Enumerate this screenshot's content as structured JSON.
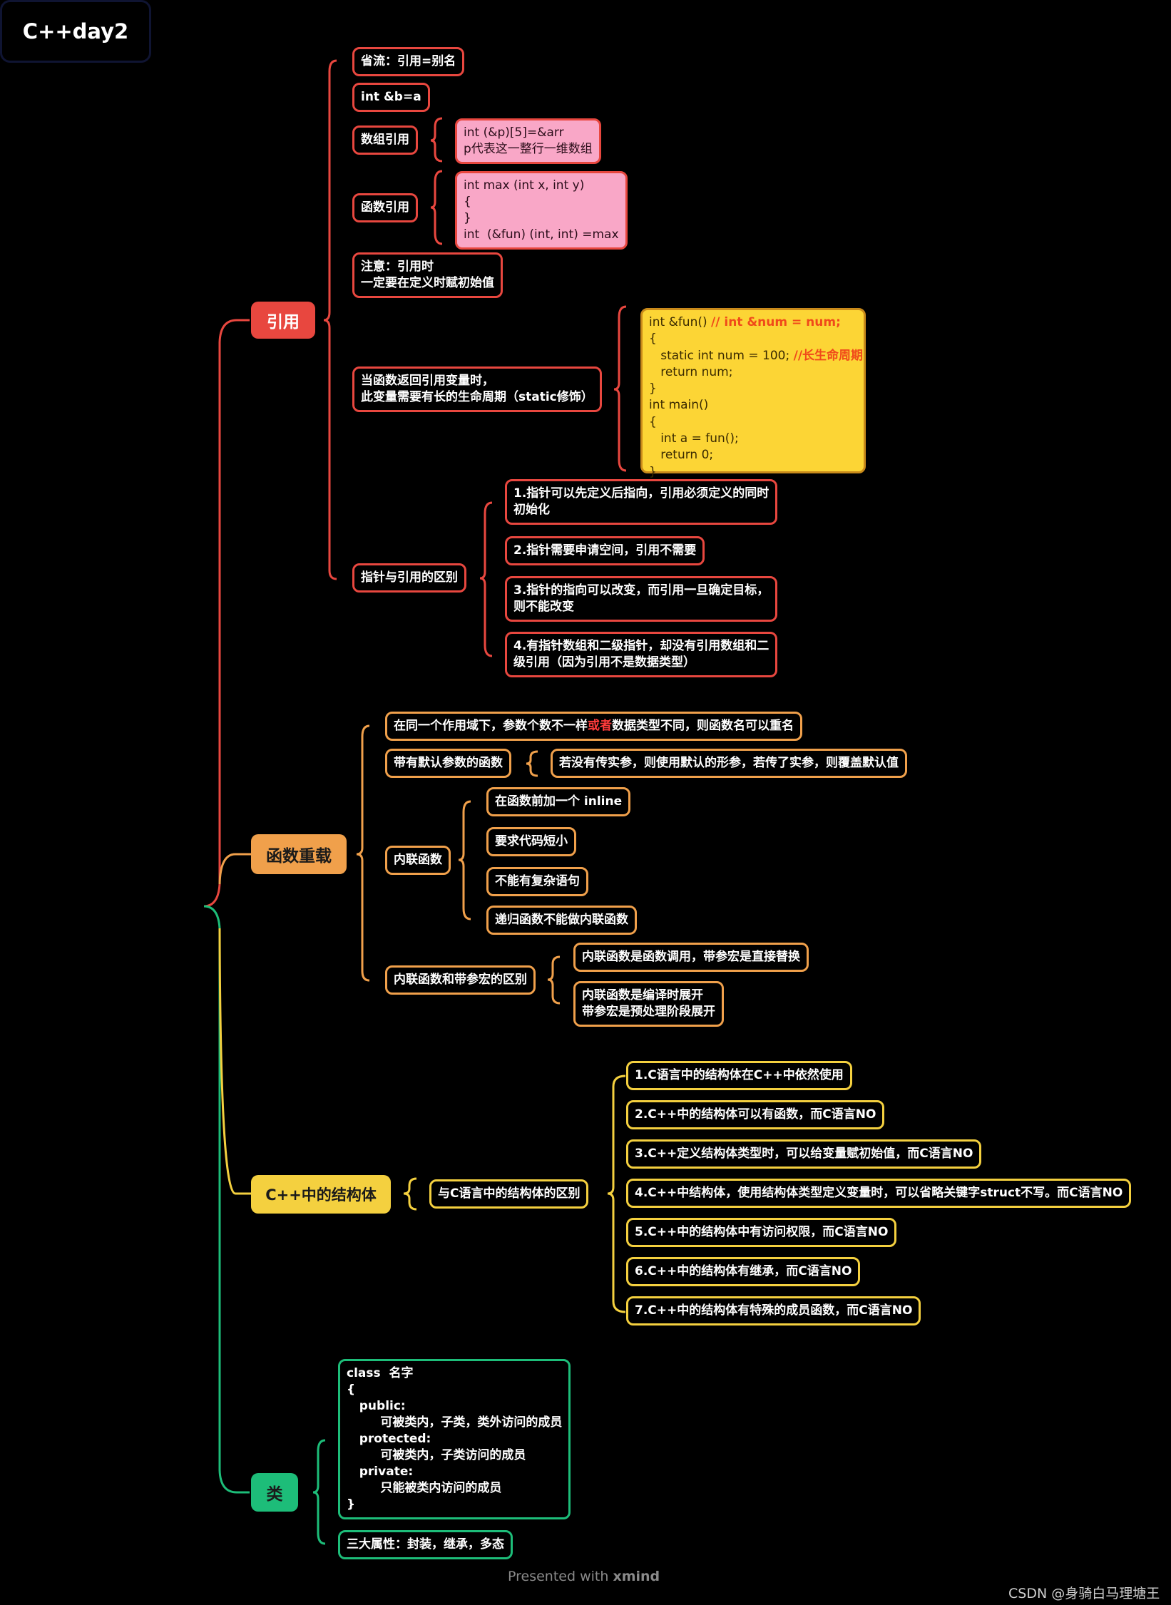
{
  "root": "C++day2",
  "branches": {
    "yinyong": {
      "title": "引用",
      "color": "#e8473f",
      "n1": "省流：引用=别名",
      "n2": "int &b=a",
      "n3": "数组引用",
      "n3_detail": "int (&p)[5]=&arr\np代表这一整行一维数组",
      "n4": "函数引用",
      "n4_detail": "int max (int x, int y)\n{\n}\nint  (&fun) (int, int) =max",
      "n5": "注意：引用时\n一定要在定义时赋初始值",
      "n6": "当函数返回引用变量时，\n此变量需要有长的生命周期（static修饰）",
      "n6_code": {
        "l1": "int &fun() ",
        "l1c": "// int &num = num;",
        "l2": "{",
        "l3": "   static int num = 100; ",
        "l3c": "//长生命周期",
        "l4": "   return num;",
        "l5": "}",
        "l6": "int main()",
        "l7": "{",
        "l8": "   int a = fun();",
        "l9": "   return 0;",
        "l10": "}"
      },
      "n7": "指针与引用的区别",
      "n7_items": [
        "1.指针可以先定义后指向，引用必须定义的同时\n初始化",
        "2.指针需要申请空间，引用不需要",
        "3.指针的指向可以改变，而引用一旦确定目标，\n则不能改变",
        "4.有指针数组和二级指针，却没有引用数组和二\n级引用（因为引用不是数据类型）"
      ]
    },
    "chongzai": {
      "title": "函数重载",
      "color": "#f0a04b",
      "n1a": "在同一个作用域下，参数个数不一样",
      "n1b": "或者",
      "n1c": "数据类型不同，则函数名可以重名",
      "n2": "带有默认参数的函数",
      "n2_detail": "若没有传实参，则使用默认的形参，若传了实参，则覆盖默认值",
      "n3": "内联函数",
      "n3_items": [
        "在函数前加一个 inline",
        "要求代码短小",
        "不能有复杂语句",
        "递归函数不能做内联函数"
      ],
      "n4": "内联函数和带参宏的区别",
      "n4_items": [
        "内联函数是函数调用，带参宏是直接替换",
        "内联函数是编译时展开\n带参宏是预处理阶段展开"
      ]
    },
    "jiegouti": {
      "title": "C++中的结构体",
      "color": "#f4d03f",
      "n1": "与C语言中的结构体的区别",
      "n1_items": [
        "1.C语言中的结构体在C++中依然使用",
        "2.C++中的结构体可以有函数，而C语言NO",
        "3.C++定义结构体类型时，可以给变量赋初始值，而C语言NO",
        "4.C++中结构体，使用结构体类型定义变量时，可以省略关键字struct不写。而C语言NO",
        "5.C++中的结构体中有访问权限，而C语言NO",
        "6.C++中的结构体有继承，而C语言NO",
        "7.C++中的结构体有特殊的成员函数，而C语言NO"
      ]
    },
    "lei": {
      "title": "类",
      "color": "#1dbd79",
      "n1": "class  名字\n{\n   public:\n        可被类内，子类，类外访问的成员\n   protected:\n        可被类内，子类访问的成员\n   private:\n        只能被类内访问的成员\n}",
      "n2": "三大属性：封装，继承，多态"
    }
  },
  "footer": {
    "presented": "Presented with ",
    "brand": "xmind",
    "csdn": "CSDN @身骑白马理塘王"
  }
}
